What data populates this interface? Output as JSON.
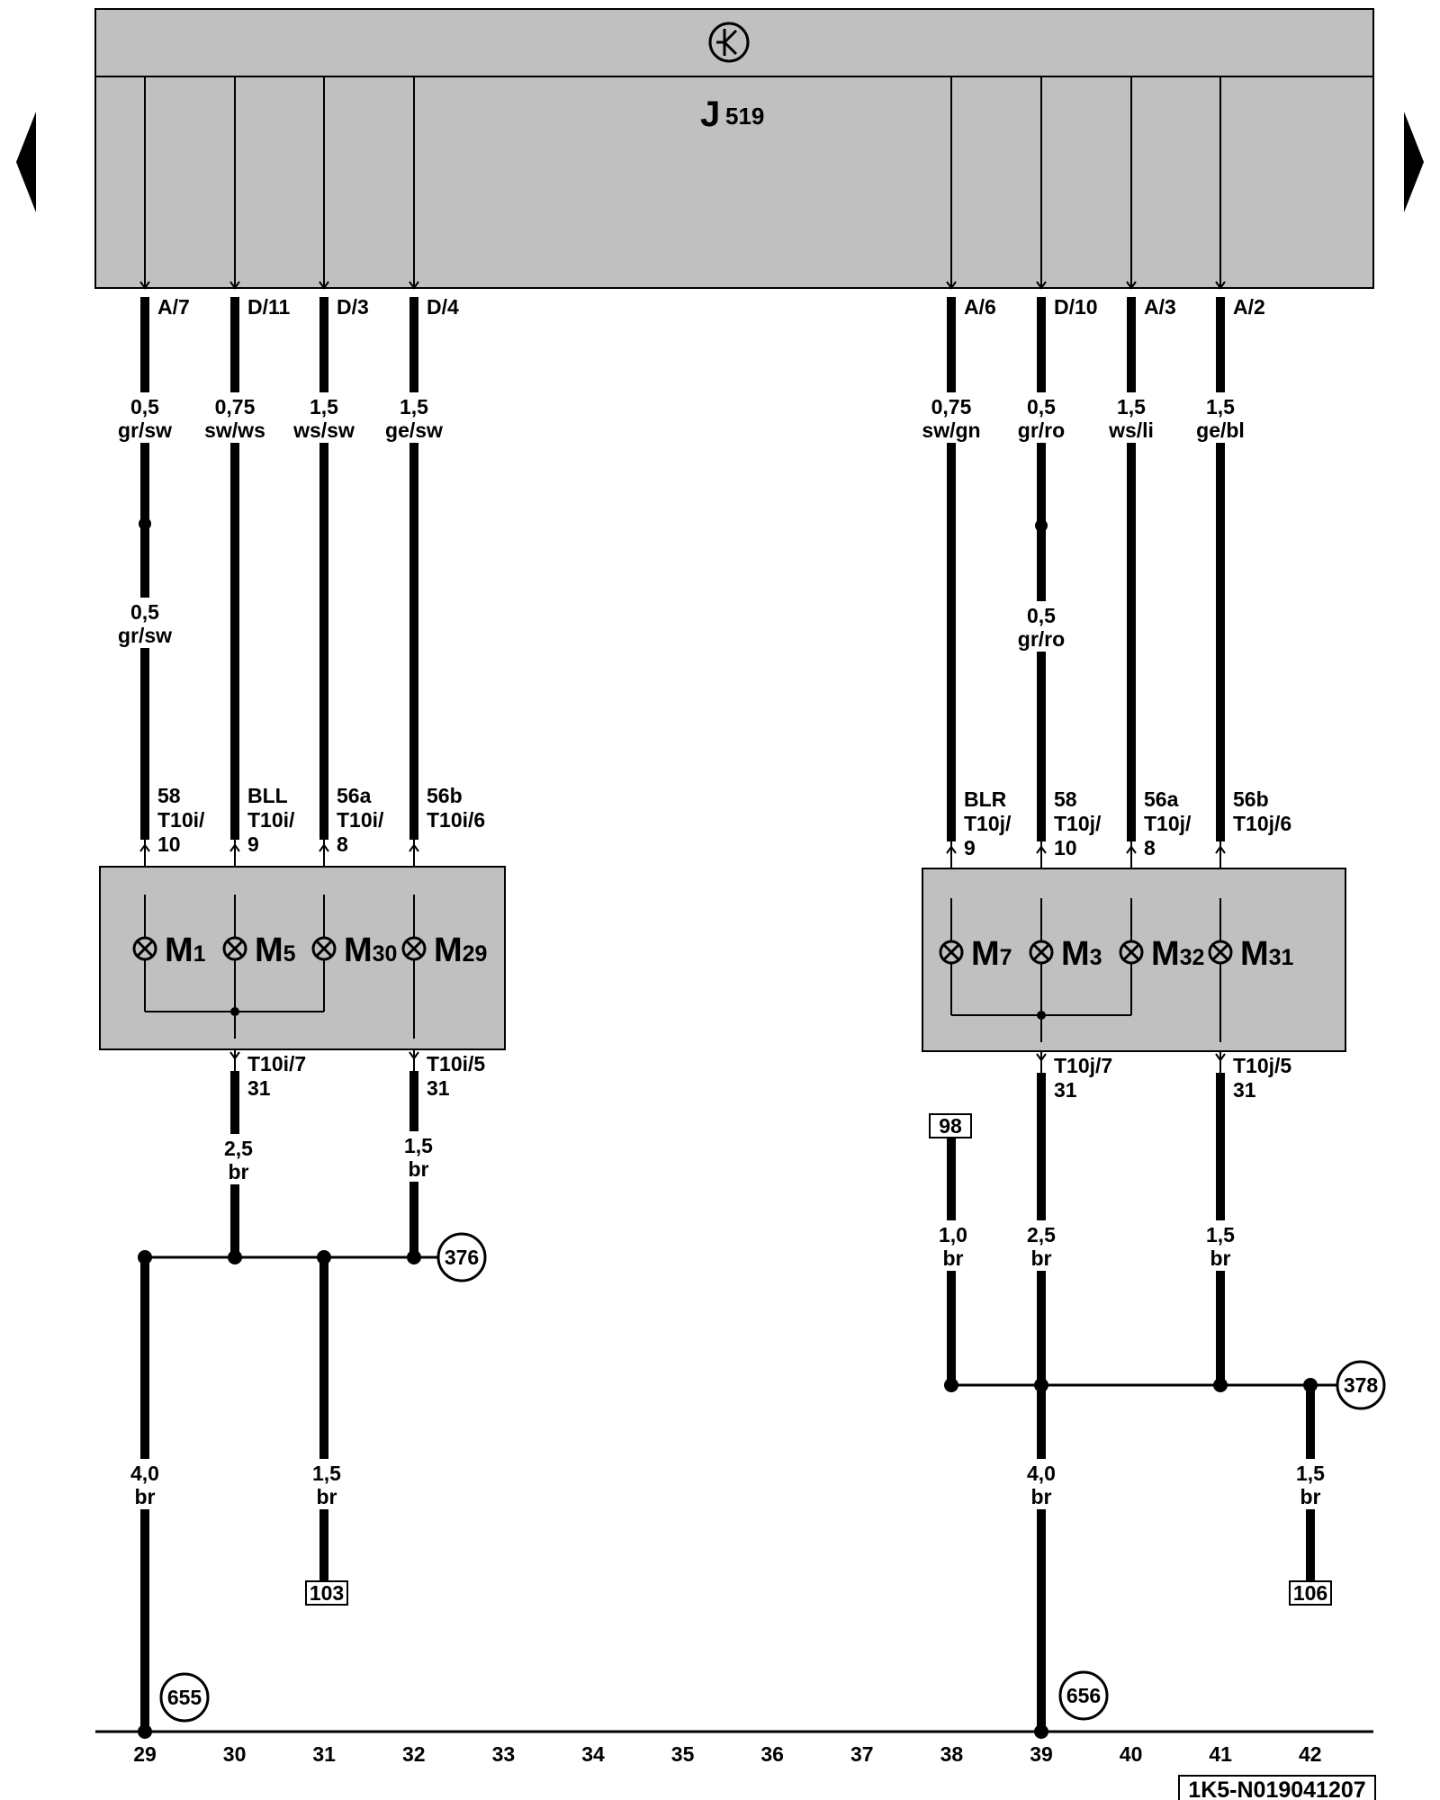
{
  "control_unit": {
    "name": "J",
    "sub": "519"
  },
  "modules": [
    {
      "name": "left-lamp-module",
      "lamps": [
        {
          "name": "M",
          "sub": "1"
        },
        {
          "name": "M",
          "sub": "5"
        },
        {
          "name": "M",
          "sub": "30"
        },
        {
          "name": "M",
          "sub": "29"
        }
      ]
    },
    {
      "name": "right-lamp-module",
      "lamps": [
        {
          "name": "M",
          "sub": "7"
        },
        {
          "name": "M",
          "sub": "3"
        },
        {
          "name": "M",
          "sub": "32"
        },
        {
          "name": "M",
          "sub": "31"
        }
      ]
    }
  ],
  "pins_top": [
    "A/7",
    "D/11",
    "D/3",
    "D/4",
    "A/6",
    "D/10",
    "A/3",
    "A/2"
  ],
  "wires_upper": [
    {
      "size": "0,5",
      "color": "gr/sw"
    },
    {
      "size": "0,75",
      "color": "sw/ws"
    },
    {
      "size": "1,5",
      "color": "ws/sw"
    },
    {
      "size": "1,5",
      "color": "ge/sw"
    },
    {
      "size": "0,75",
      "color": "sw/gn"
    },
    {
      "size": "0,5",
      "color": "gr/ro"
    },
    {
      "size": "1,5",
      "color": "ws/li"
    },
    {
      "size": "1,5",
      "color": "ge/bl"
    }
  ],
  "wires_mid": [
    {
      "size": "0,5",
      "color": "gr/sw"
    },
    {
      "size": "0,5",
      "color": "gr/ro"
    }
  ],
  "pins_module_top": [
    [
      "58",
      "T10i/",
      "10"
    ],
    [
      "BLL",
      "T10i/",
      "9"
    ],
    [
      "56a",
      "T10i/",
      "8"
    ],
    [
      "56b",
      "T10i/6"
    ],
    [
      "BLR",
      "T10j/",
      "9"
    ],
    [
      "58",
      "T10j/",
      "10"
    ],
    [
      "56a",
      "T10j/",
      "8"
    ],
    [
      "56b",
      "T10j/6"
    ]
  ],
  "pins_module_bottom": [
    [
      "T10i/7",
      "31"
    ],
    [
      "T10i/5",
      "31"
    ],
    [
      "T10j/7",
      "31"
    ],
    [
      "T10j/5",
      "31"
    ]
  ],
  "wires_lower": [
    {
      "size": "2,5",
      "color": "br"
    },
    {
      "size": "1,5",
      "color": "br"
    },
    {
      "size": "1,0",
      "color": "br"
    },
    {
      "size": "2,5",
      "color": "br"
    },
    {
      "size": "1,5",
      "color": "br"
    }
  ],
  "wires_bottom": [
    {
      "size": "4,0",
      "color": "br"
    },
    {
      "size": "1,5",
      "color": "br"
    },
    {
      "size": "4,0",
      "color": "br"
    },
    {
      "size": "1,5",
      "color": "br"
    }
  ],
  "ground_points": [
    "376",
    "378",
    "655",
    "656"
  ],
  "references": [
    "103",
    "98",
    "106"
  ],
  "tracks": [
    "29",
    "30",
    "31",
    "32",
    "33",
    "34",
    "35",
    "36",
    "37",
    "38",
    "39",
    "40",
    "41",
    "42"
  ],
  "diagram_id": "1K5-N019041207",
  "colors": {
    "housing": "#c0c0c0",
    "wire": "#000000",
    "background": "#ffffff"
  },
  "icons": {
    "unit_symbol": "transistor-circle-icon",
    "prev": "triangle-left-icon",
    "next": "triangle-right-icon"
  }
}
